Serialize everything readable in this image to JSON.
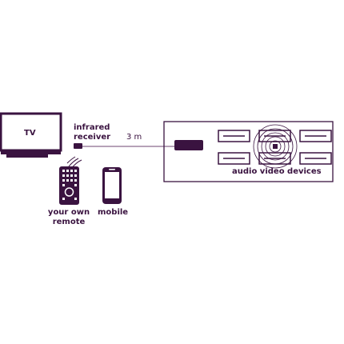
{
  "labels": {
    "tv": "TV",
    "infrared_receiver_line1": "infrared",
    "infrared_receiver_line2": "receiver",
    "cable_length": "3 m",
    "audio_video_devices": "audio video devices",
    "remote_line1": "your own",
    "remote_line2": "remote",
    "mobile": "mobile"
  },
  "colors": {
    "stroke": "#3a1340",
    "cable": "#8a6a8e",
    "background": "#ffffff"
  },
  "icons": [
    "tv-icon",
    "infrared-receiver-icon",
    "remote-icon",
    "mobile-phone-icon",
    "infrared-emitter-icon",
    "device-slot-icon",
    "infrared-signal-icon"
  ]
}
